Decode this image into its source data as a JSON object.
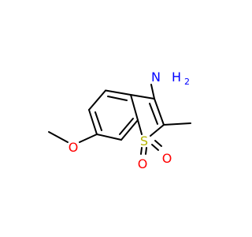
{
  "molecule": {
    "atom_labels": {
      "nitrogen": "N",
      "amine_h": "H",
      "amine_h_count": "2",
      "sulfur": "S",
      "sulfonyl_oxygen_1": "O",
      "sulfonyl_oxygen_2": "O",
      "methoxy_oxygen": "O"
    },
    "colors": {
      "bond": "#000000",
      "nitrogen": "#0000ff",
      "sulfur": "#b2b200",
      "oxygen": "#ff0000"
    }
  }
}
